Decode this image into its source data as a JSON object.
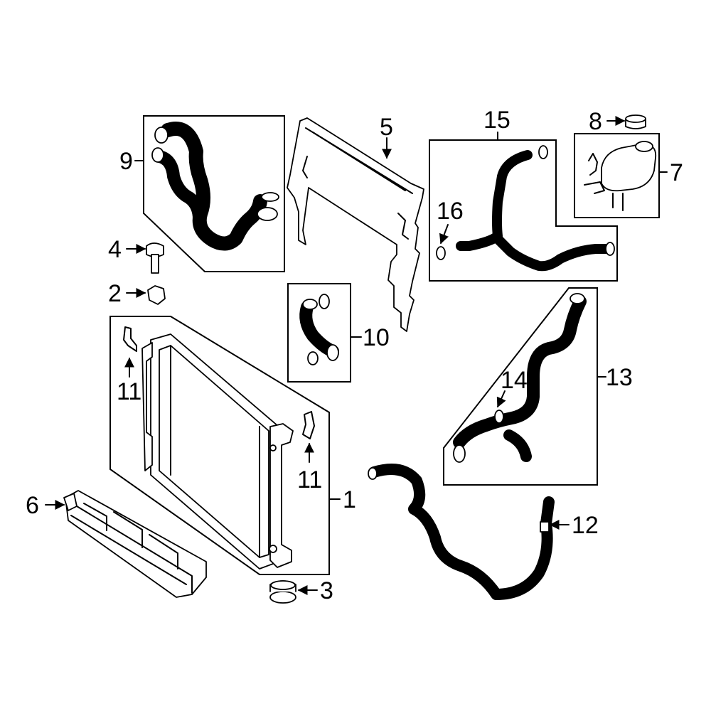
{
  "callouts": {
    "c1": "1",
    "c2": "2",
    "c3": "3",
    "c4": "4",
    "c5": "5",
    "c6": "6",
    "c7": "7",
    "c8": "8",
    "c9": "9",
    "c10": "10",
    "c11a": "11",
    "c11b": "11",
    "c12": "12",
    "c13": "13",
    "c14": "14",
    "c15": "15",
    "c16": "16"
  },
  "colors": {
    "highlight": "#2d3fa8",
    "line": "#000000",
    "background": "#ffffff"
  }
}
